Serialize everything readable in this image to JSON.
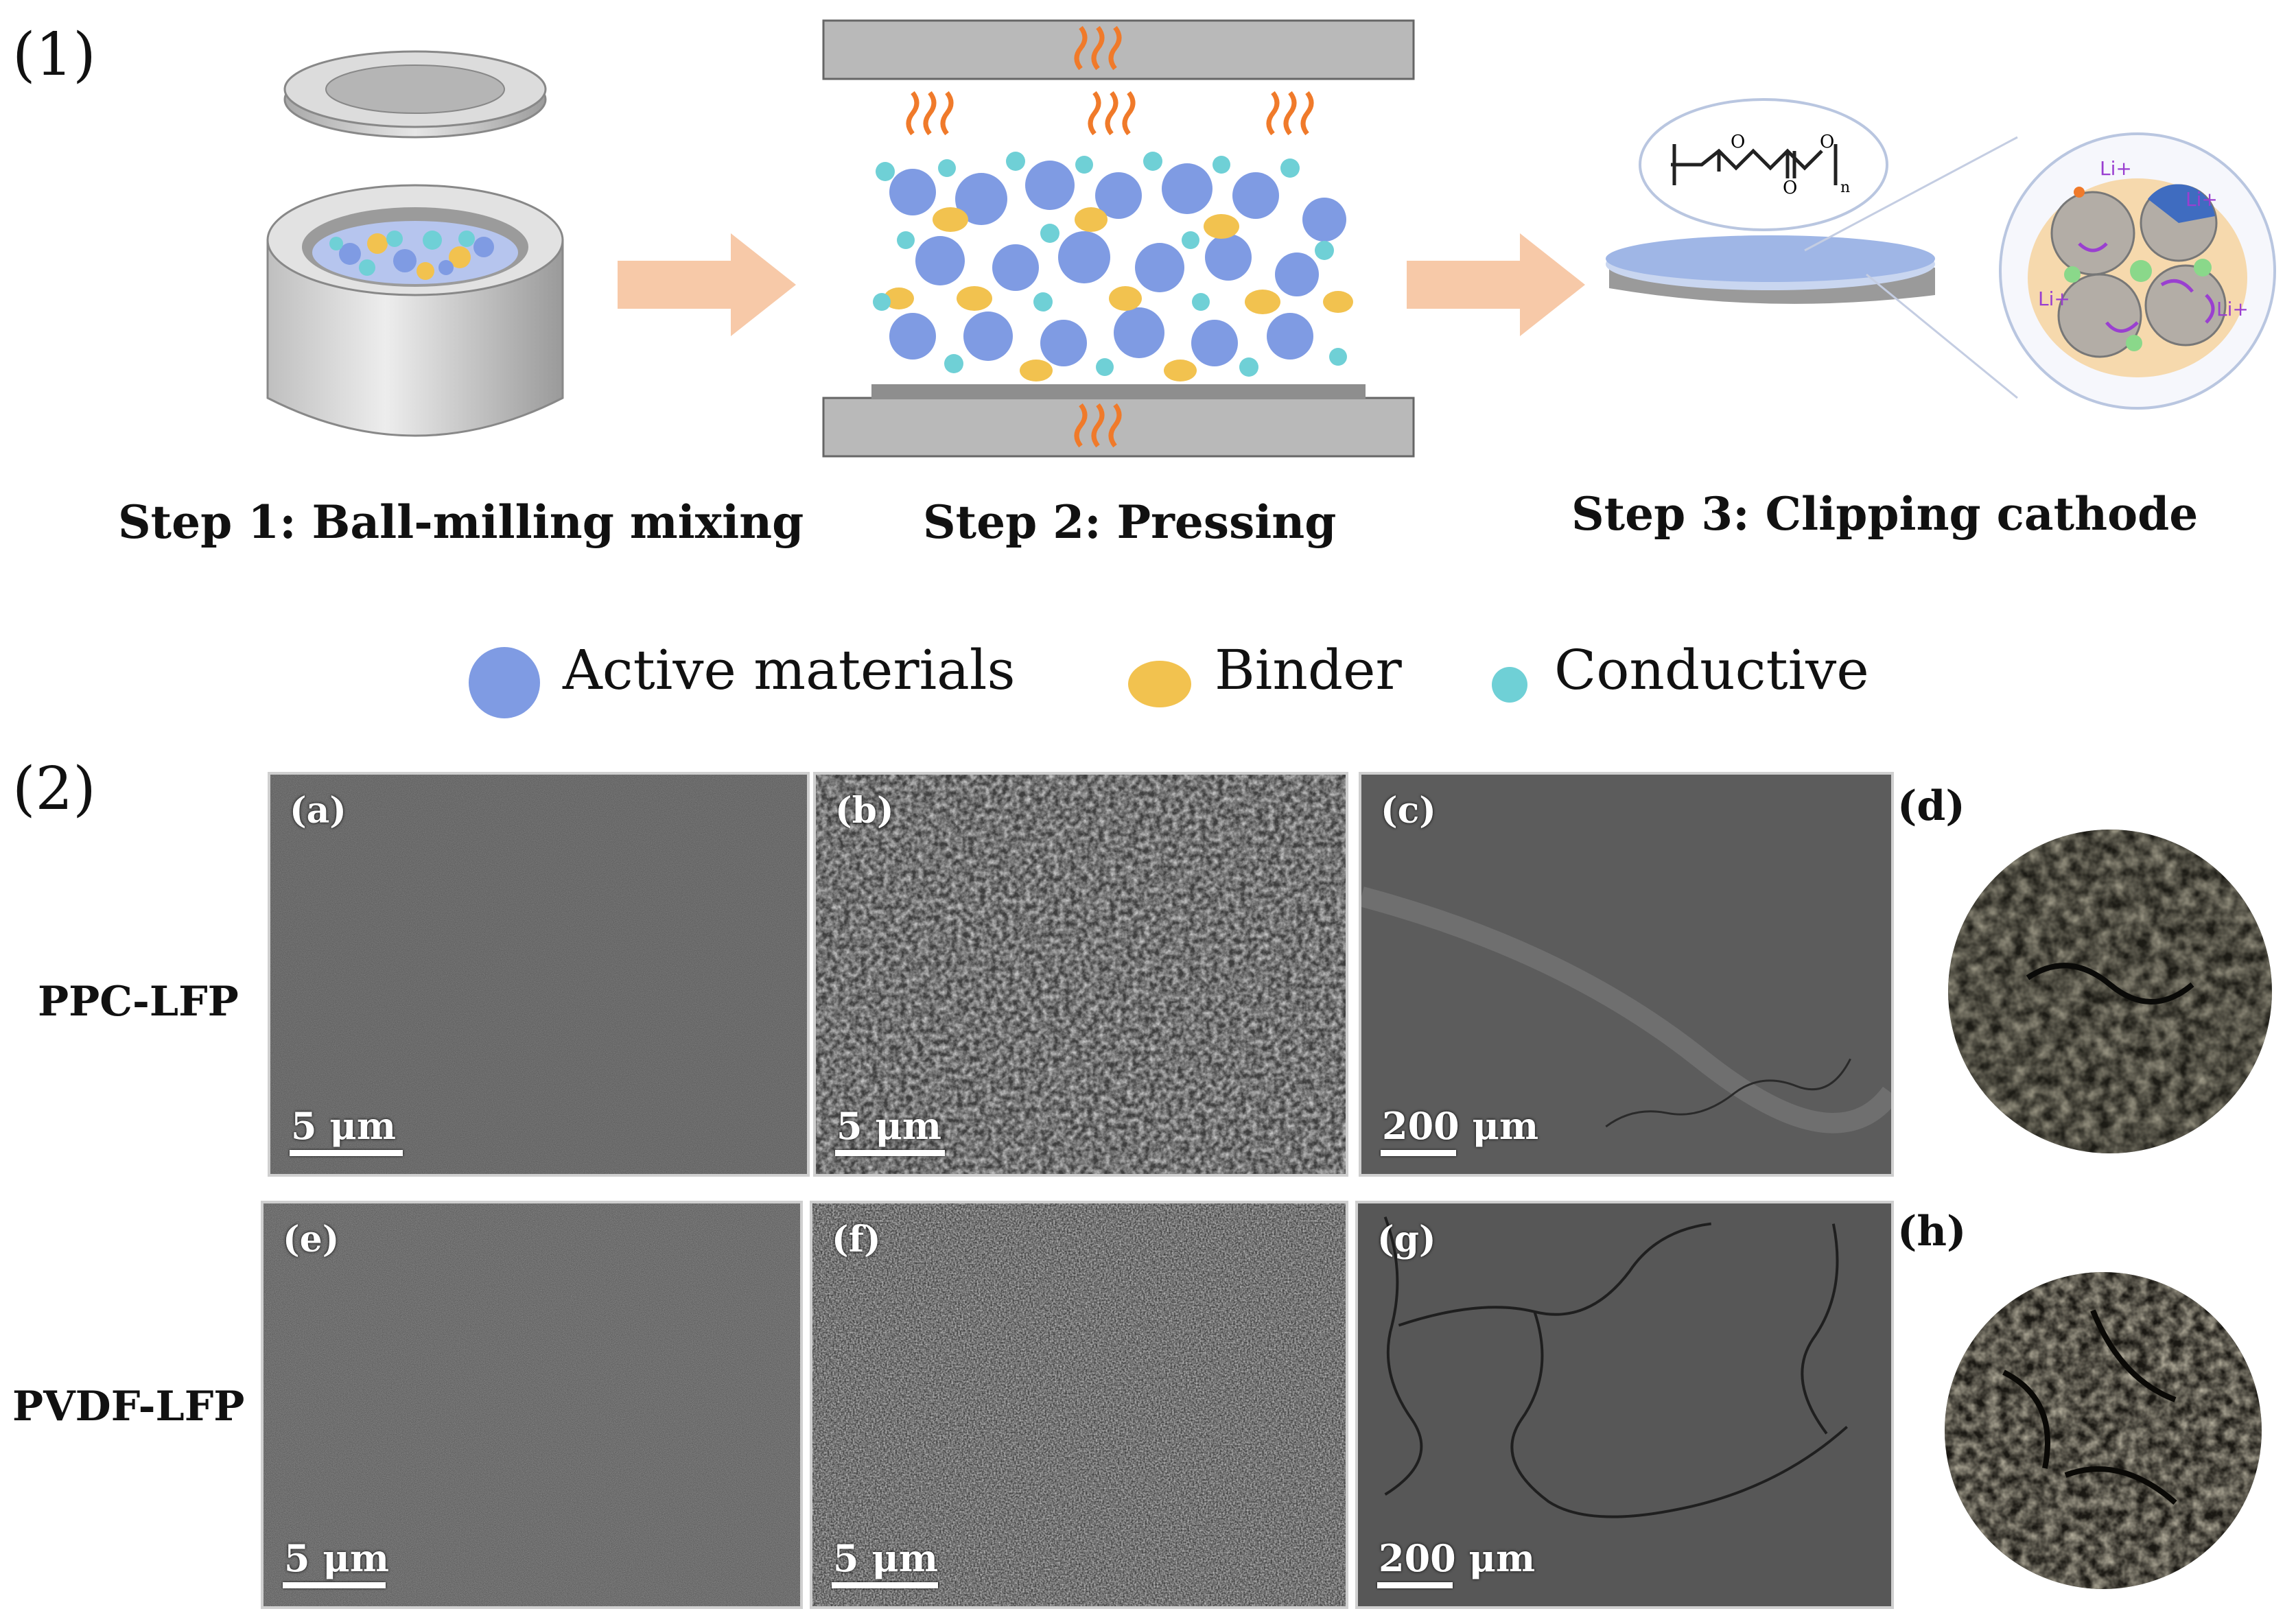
{
  "part1": {
    "label": "(1)",
    "steps": [
      {
        "label": "Step 1: Ball-milling mixing"
      },
      {
        "label": "Step 2: Pressing"
      },
      {
        "label": "Step 3:  Clipping cathode"
      }
    ],
    "polymer_labels": {
      "n": "n",
      "o1": "O",
      "o2": "O",
      "o3": "O"
    },
    "ion_labels": [
      "Li+",
      "Li+",
      "Li+",
      "Li+"
    ]
  },
  "legend": [
    {
      "label": "Active materials",
      "color": "#7f9be3"
    },
    {
      "label": "Binder",
      "color": "#f2c24f"
    },
    {
      "label": "Conductive",
      "color": "#6fd0d6"
    }
  ],
  "part2": {
    "label": "(2)",
    "rows": [
      {
        "label": "PPC-LFP",
        "panels": [
          {
            "letter": "(a)",
            "scale": "5 μm"
          },
          {
            "letter": "(b)",
            "scale": "5 μm"
          },
          {
            "letter": "(c)",
            "scale": "200 μm"
          }
        ],
        "photo_letter": "(d)"
      },
      {
        "label": "PVDF-LFP",
        "panels": [
          {
            "letter": "(e)",
            "scale": "5 μm"
          },
          {
            "letter": "(f)",
            "scale": "5 μm"
          },
          {
            "letter": "(g)",
            "scale": "200 μm"
          }
        ],
        "photo_letter": "(h)"
      }
    ]
  },
  "colors": {
    "arrow": "#f7c9a8",
    "heat": "#f07a2a",
    "plate": "#b9b9b9",
    "sem_dark": "#4a4a4a",
    "sem_mid": "#6a6a6a"
  }
}
